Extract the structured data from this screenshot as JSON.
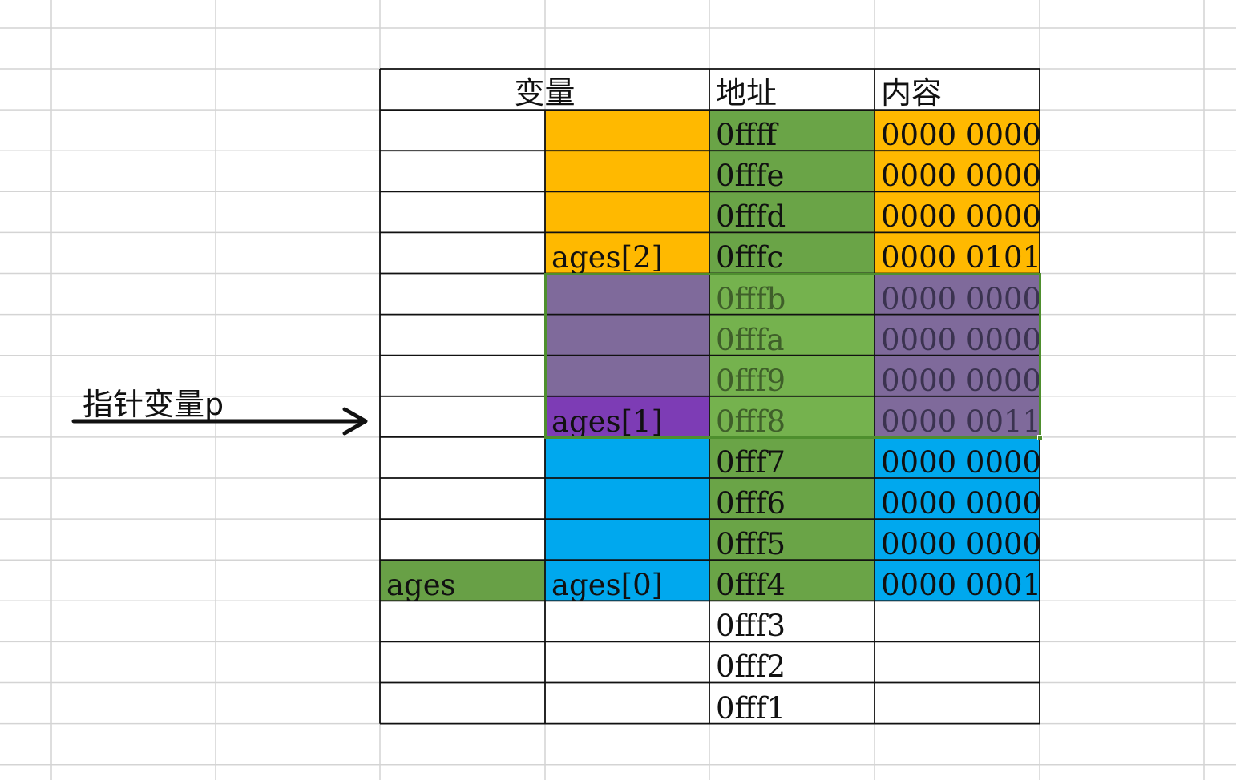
{
  "table": {
    "headers": [
      "变量",
      "地址",
      "内容"
    ],
    "rows": [
      {
        "var_left": "",
        "var_right": "",
        "address": "0ffff",
        "content": "0000  0000",
        "group": "orange"
      },
      {
        "var_left": "",
        "var_right": "",
        "address": "0fffe",
        "content": "0000  0000",
        "group": "orange"
      },
      {
        "var_left": "",
        "var_right": "",
        "address": "0fffd",
        "content": "0000  0000",
        "group": "orange"
      },
      {
        "var_left": "",
        "var_right": "ages[2]",
        "address": "0fffc",
        "content": "0000  0101",
        "group": "orange"
      },
      {
        "var_left": "",
        "var_right": "",
        "address": "0fffb",
        "content": "0000  0000",
        "group": "purple"
      },
      {
        "var_left": "",
        "var_right": "",
        "address": "0fffa",
        "content": "0000  0000",
        "group": "purple"
      },
      {
        "var_left": "",
        "var_right": "",
        "address": "0fff9",
        "content": "0000  0000",
        "group": "purple"
      },
      {
        "var_left": "",
        "var_right": "ages[1]",
        "address": "0fff8",
        "content": "0000  0011",
        "group": "purple"
      },
      {
        "var_left": "",
        "var_right": "",
        "address": "0fff7",
        "content": "0000  0000",
        "group": "blue"
      },
      {
        "var_left": "",
        "var_right": "",
        "address": "0fff6",
        "content": "0000  0000",
        "group": "blue"
      },
      {
        "var_left": "",
        "var_right": "",
        "address": "0fff5",
        "content": "0000  0000",
        "group": "blue"
      },
      {
        "var_left": "ages",
        "var_right": "ages[0]",
        "address": "0fff4",
        "content": "0000  0001",
        "group": "blue"
      },
      {
        "var_left": "",
        "var_right": "",
        "address": "0fff3",
        "content": "",
        "group": "none"
      },
      {
        "var_left": "",
        "var_right": "",
        "address": "0fff2",
        "content": "",
        "group": "none"
      },
      {
        "var_left": "",
        "var_right": "",
        "address": "0fff1",
        "content": "",
        "group": "none"
      }
    ]
  },
  "pointer": {
    "label": "指针变量p",
    "points_to_address": "0fff8"
  },
  "colors": {
    "orange": "#ffb900",
    "purple_light": "#7f6a9b",
    "purple_dark": "#7d3cb5",
    "blue": "#00a8ee",
    "green_addr": "#6aa447",
    "green_addr_selected": "#75b24e",
    "green_ages": "#68a046",
    "grid_line": "#d4d4d4",
    "table_border": "#111111",
    "selection": "#4e8f2e"
  }
}
